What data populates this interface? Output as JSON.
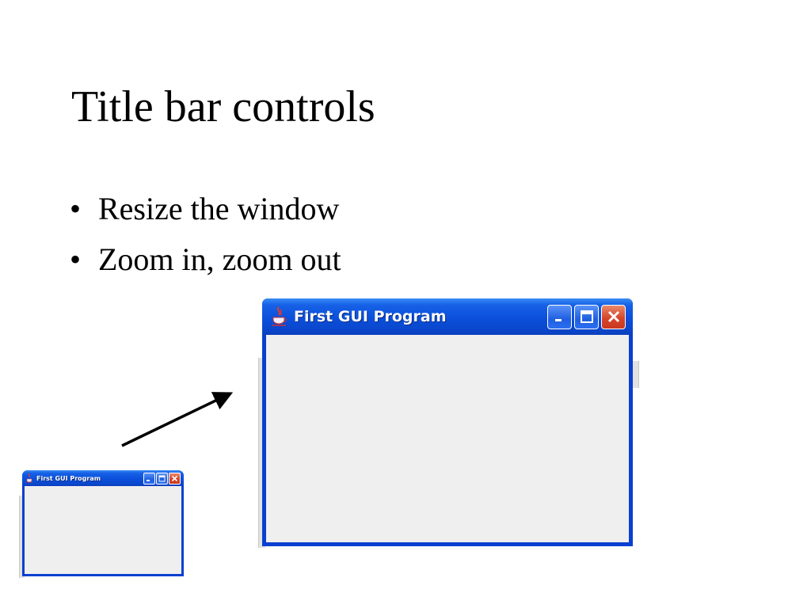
{
  "slide": {
    "title": "Title bar controls",
    "bullets": [
      {
        "marker": "•",
        "text": "Resize the window"
      },
      {
        "marker": "•",
        "text": "Zoom in, zoom out"
      }
    ]
  },
  "windows": {
    "small": {
      "title": "First GUI Program",
      "icon": "java-cup-icon",
      "controls": [
        "minimize-icon",
        "maximize-icon",
        "close-icon"
      ]
    },
    "large": {
      "title": "First GUI Program",
      "icon": "java-cup-icon",
      "controls": [
        "minimize-icon",
        "maximize-icon",
        "close-icon"
      ]
    }
  },
  "colors": {
    "titlebar": "#0b4fdb",
    "frame": "#0a3fd0",
    "client": "#efefef",
    "close_button": "#d6452a",
    "arrow": "#000000"
  }
}
